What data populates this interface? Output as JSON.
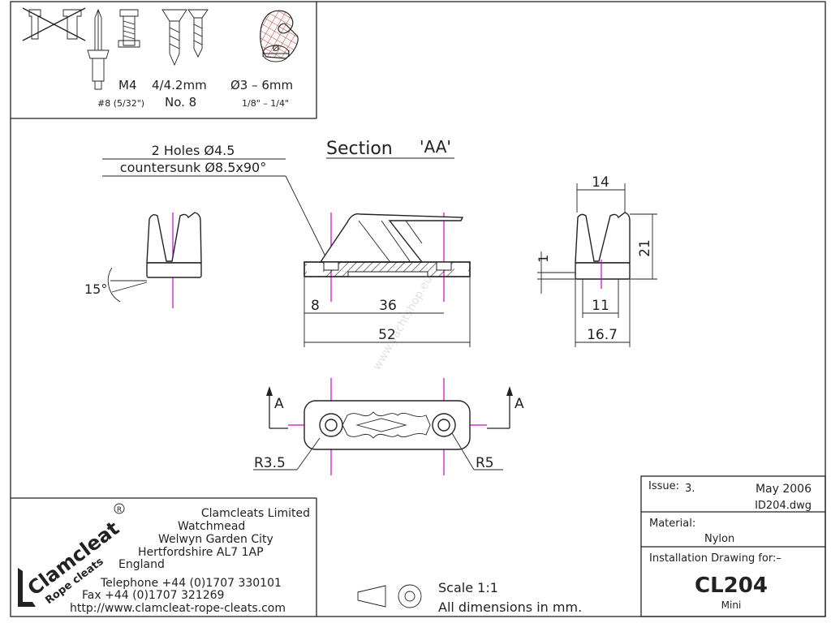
{
  "fasteners": {
    "m4": "M4",
    "screw_size": "4/4.2mm",
    "rope_range": "Ø3 – 6mm",
    "imperial_m4": "#8 (5/32\")",
    "screw_no": "No. 8",
    "rope_imperial": "1/8\" – 1/4\"",
    "rope_dia_symbol": "Ø"
  },
  "section": {
    "title": "Section",
    "title_suffix": "'AA'",
    "holes_line1": "2 Holes Ø4.5",
    "holes_line2": "countersunk Ø8.5x90°"
  },
  "dimensions": {
    "angle": "15°",
    "d8": "8",
    "d36": "36",
    "d52": "52",
    "d14": "14",
    "d21": "21",
    "d1": "1",
    "d11": "11",
    "d16_7": "16.7",
    "r3_5": "R3.5",
    "r5": "R5",
    "section_a_left": "A",
    "section_a_right": "A"
  },
  "company": {
    "logo_brand": "Clamcleat",
    "logo_sub": "Rope cleats",
    "logo_reg": "R",
    "name": "Clamcleats Limited",
    "addr1": "Watchmead",
    "addr2": "Welwyn Garden City",
    "addr3": "Hertfordshire AL7 1AP",
    "addr4": "England",
    "phone": "Telephone +44 (0)1707 330101",
    "fax": "Fax +44 (0)1707 321269",
    "url": "http://www.clamcleat-rope-cleats.com"
  },
  "scale": {
    "scale": "Scale 1:1",
    "units": "All dimensions in mm."
  },
  "title_block": {
    "issue_label": "Issue:",
    "issue_value": "3.",
    "date": "May 2006",
    "file": "ID204.dwg",
    "material_label": "Material:",
    "material_value": "Nylon",
    "install_label": "Installation Drawing for:–",
    "model": "CL204",
    "model_sub": "Mini"
  },
  "watermark": "www.yachtshop.eu"
}
